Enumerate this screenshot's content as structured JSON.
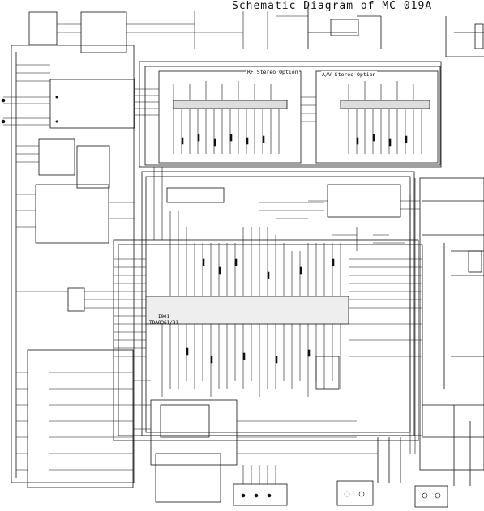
{
  "title": "Schematic Diagram of MC-019A",
  "options": {
    "rf_stereo": "RF Stereo Option",
    "av_stereo": "A/V Stereo Option"
  },
  "main_ic": {
    "ref": "I001",
    "part": "TDA8361/81"
  },
  "colors": {
    "line": "#111111",
    "background": "#ffffff"
  }
}
